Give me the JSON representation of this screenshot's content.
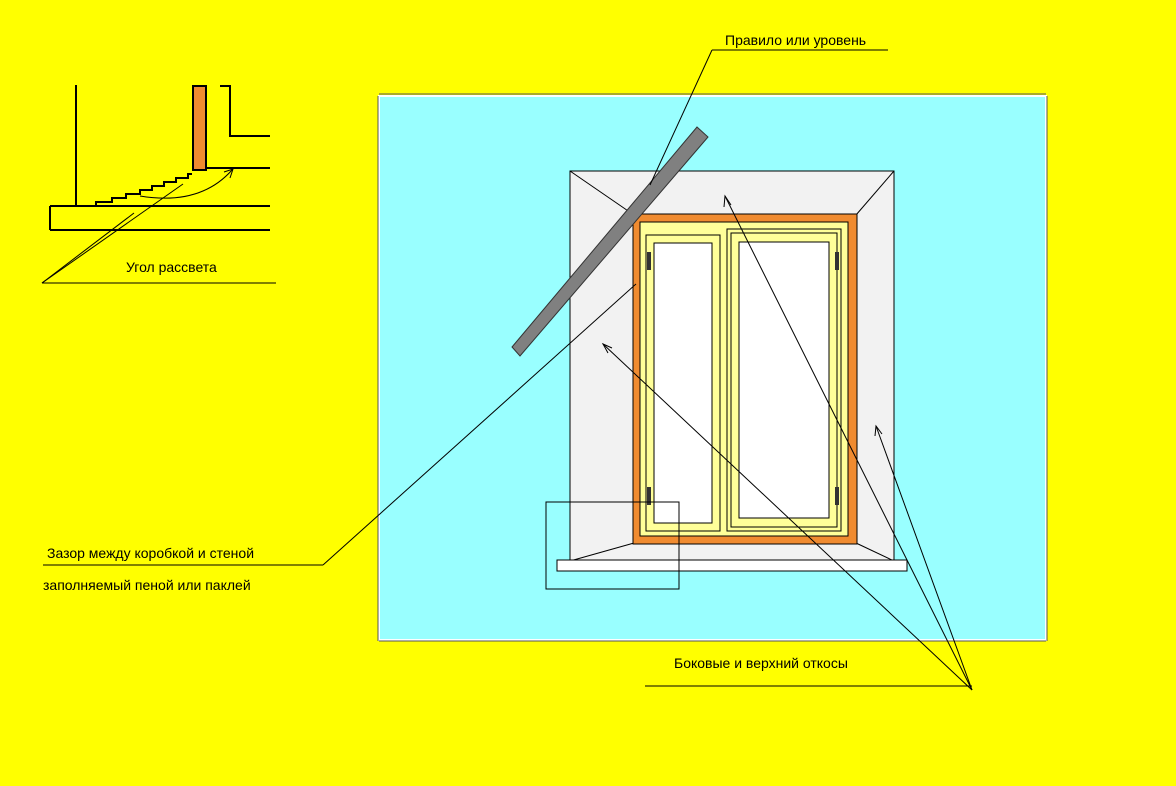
{
  "labels": {
    "level_tool": "Правило или уровень",
    "splay_angle": "Угол рассвета",
    "gap_line1": "Зазор между коробкой и стеной",
    "gap_line2": "заполняемый пеной или паклей",
    "slopes": "Боковые и верхний откосы"
  },
  "colors": {
    "background": "#ffff00",
    "wall": "#99ffff",
    "slope": "#f2f2f2",
    "frame_outer": "#f08b30",
    "frame_inner": "#ffff99",
    "glass": "#ffffff",
    "level_bar": "#808080"
  }
}
